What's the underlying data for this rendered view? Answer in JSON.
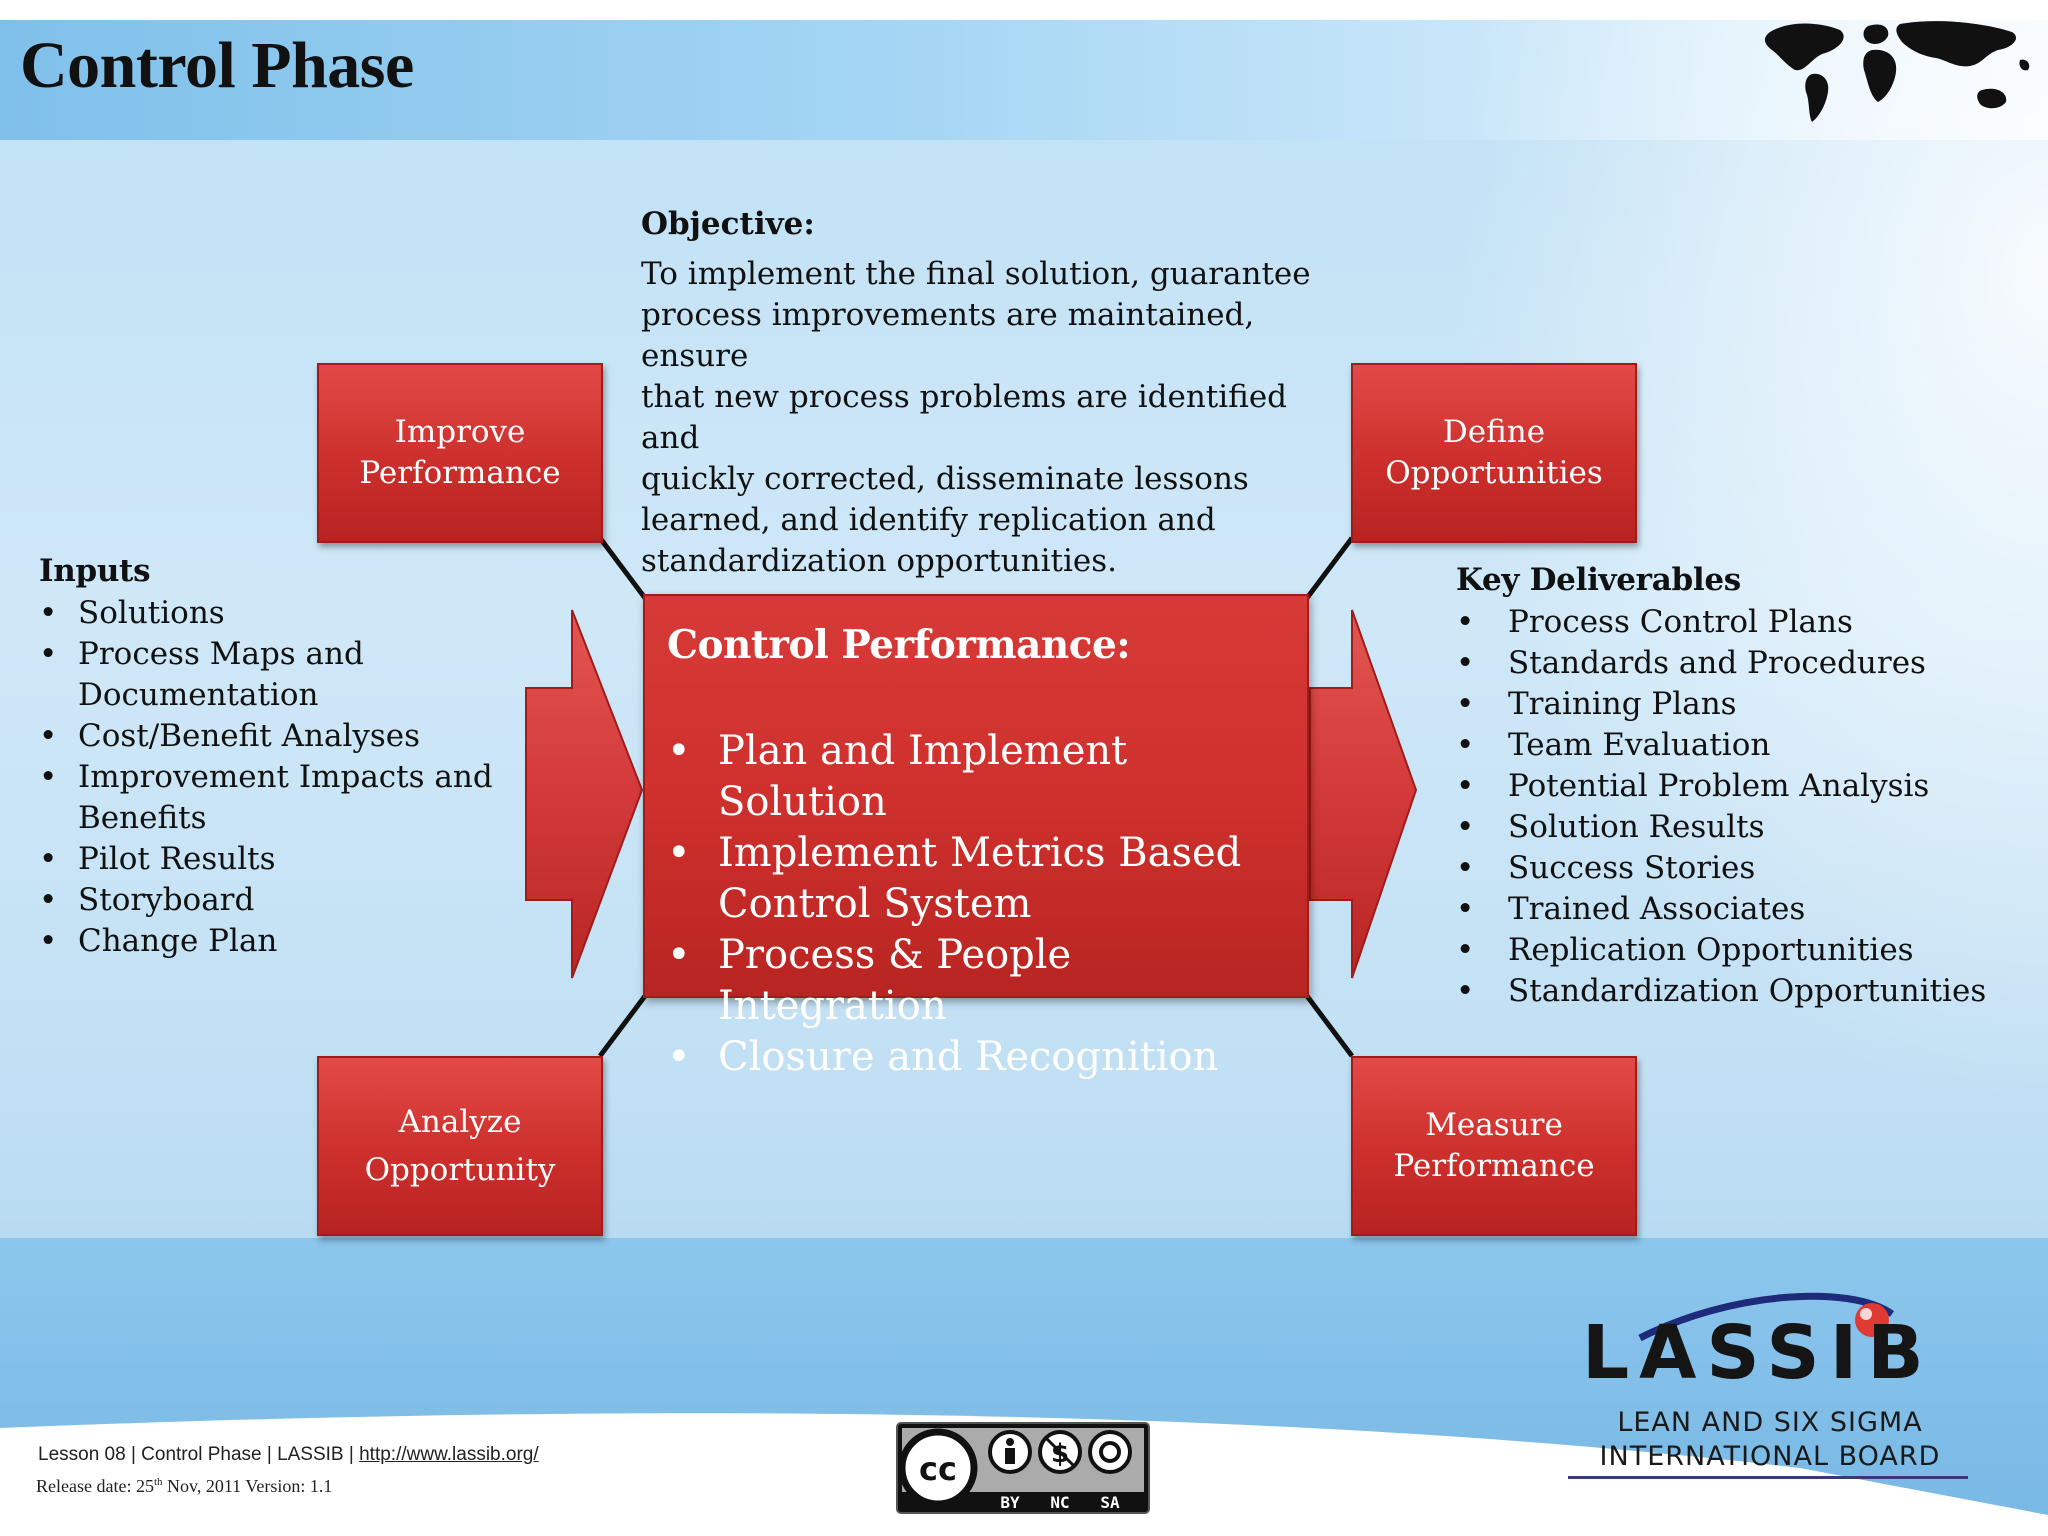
{
  "slide": {
    "title": "Control Phase",
    "objective": {
      "label": "Objective:",
      "lines": [
        "To implement the final solution, guarantee",
        "process improvements are maintained, ensure",
        "that new process problems are identified and",
        "quickly corrected, disseminate lessons",
        "learned, and identify replication and",
        "standardization opportunities."
      ]
    },
    "boxes": {
      "improve": [
        "Improve",
        "Performance"
      ],
      "define": [
        "Define",
        "Opportunities"
      ],
      "analyze": [
        "Analyze",
        "Opportunity"
      ],
      "measure": [
        "Measure",
        "Performance"
      ]
    },
    "center": {
      "title": "Control Performance:",
      "items": [
        "Plan and Implement Solution",
        "Implement Metrics Based",
        "Control System",
        "Process & People Integration",
        "Closure and Recognition"
      ]
    },
    "inputs": {
      "title": "Inputs",
      "items": [
        "Solutions",
        "Process Maps and",
        "Documentation",
        "Cost/Benefit Analyses",
        "Improvement Impacts and",
        "Benefits",
        "Pilot Results",
        "Storyboard",
        "Change Plan"
      ]
    },
    "deliverables": {
      "title": "Key Deliverables",
      "items": [
        "Process Control Plans",
        "Standards and Procedures",
        "Training Plans",
        "Team Evaluation",
        "Potential Problem Analysis",
        "Solution Results",
        "Success Stories",
        "Trained Associates",
        "Replication Opportunities",
        "Standardization Opportunities"
      ]
    },
    "footer": {
      "lesson": "Lesson 08 | Control Phase | LASSIB |",
      "link": "http://www.lassib.org/",
      "release_prefix": "Release date: 25",
      "release_sup": "th",
      "release_suffix": " Nov,  2011   Version: 1.1",
      "cc_labels": [
        "BY",
        "NC",
        "SA"
      ]
    },
    "logo": {
      "word": "LASSIB",
      "line1": "LEAN AND SIX SIGMA",
      "line2": "INTERNATIONAL BOARD"
    },
    "colors": {
      "box_red": "#cc2f2c",
      "arrow_red": "#d9403c",
      "logo_arc": "#1e2a7a",
      "logo_dot": "#e03a35"
    }
  }
}
